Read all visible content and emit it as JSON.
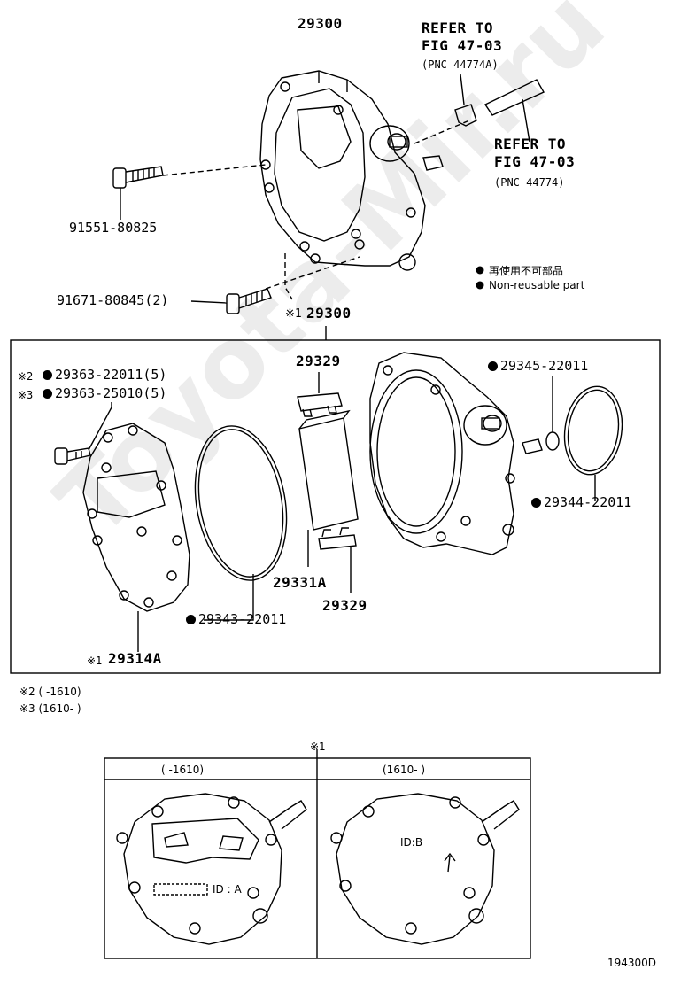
{
  "top": {
    "assembly_part": "29300",
    "refer1_line1": "REFER TO",
    "refer1_line2": "FIG 47-03",
    "refer1_pnc": "(PNC 44774A)",
    "refer2_line1": "REFER TO",
    "refer2_line2": "FIG 47-03",
    "refer2_pnc": "(PNC 44774)",
    "bolt1": "91551-80825",
    "bolt2": "91671-80845(2)"
  },
  "legend": {
    "jp": "再使用不可部品",
    "en": "Non-reusable part"
  },
  "box": {
    "title_mark": "※1",
    "title_part": "29300",
    "gasket_a_mark": "※2",
    "gasket_a": "29363-22011(5)",
    "gasket_b_mark": "※3",
    "gasket_b": "29363-25010(5)",
    "seal_upper": "29329",
    "seal_lower": "29329",
    "vane": "29331A",
    "oring_large": "29343-22011",
    "oring_small": "29345-22011",
    "oring_right": "29344-22011",
    "cover_mark": "※1",
    "cover": "29314A"
  },
  "notes": {
    "n2": "※2 (      -1610)",
    "n3": "※3 (1610-      )"
  },
  "variants": {
    "mark": "※1",
    "col_left": "(      -1610)",
    "col_right": "(1610-      )",
    "id_a": "ID : A",
    "id_b": "ID:B"
  },
  "figure_code": "194300D",
  "watermark": "Toyota-Mir.ru"
}
